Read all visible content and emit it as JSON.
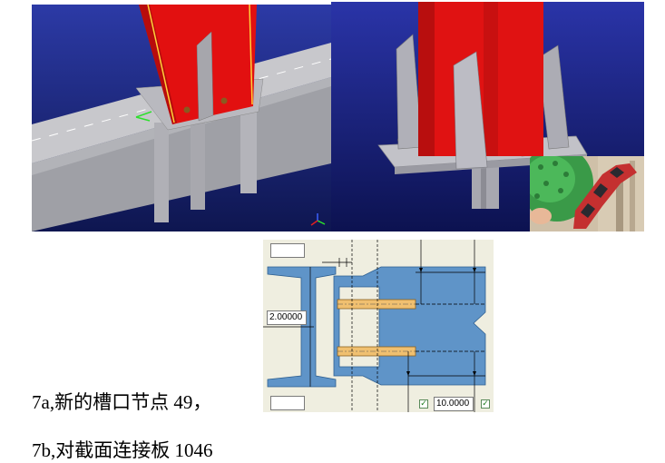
{
  "captions": {
    "fig_7a": "7a,新的槽口节点 49，",
    "fig_7b": "7b,对截面连接板 1046"
  },
  "dialog": {
    "offset_value": "2.00000",
    "bottom_value": "10.0000",
    "checkbox_mark": "✓"
  },
  "colors": {
    "background_blue": "#2a3aa0",
    "column_red": "#e01010",
    "steel_grey": "#b8b8c0",
    "plate_blue": "#5f94c8",
    "bolt_orange": "#f0c070"
  },
  "icons": [
    "axis-triad-icon",
    "checkbox-icon"
  ]
}
